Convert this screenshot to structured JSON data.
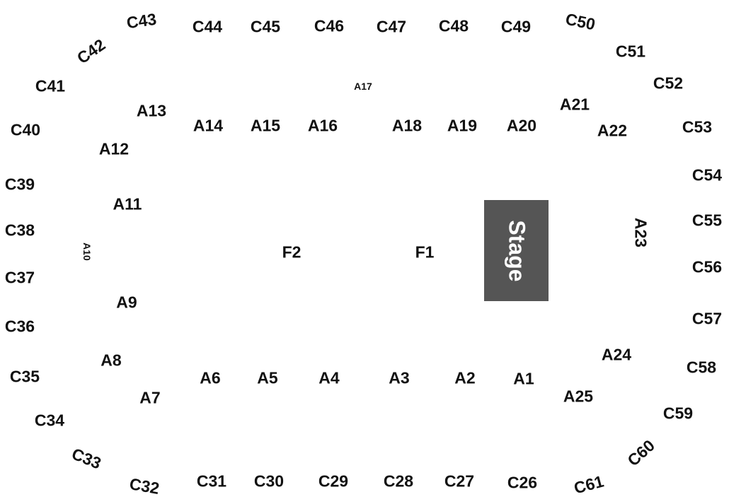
{
  "colors": {
    "text": "#111111",
    "stage_fill": "#555555",
    "stage_text": "#ffffff",
    "background": "#ffffff"
  },
  "stage": {
    "label": "Stage"
  },
  "sections": {
    "C": [
      "C26",
      "C27",
      "C28",
      "C29",
      "C30",
      "C31",
      "C32",
      "C33",
      "C34",
      "C35",
      "C36",
      "C37",
      "C38",
      "C39",
      "C40",
      "C41",
      "C42",
      "C43",
      "C44",
      "C45",
      "C46",
      "C47",
      "C48",
      "C49",
      "C50",
      "C51",
      "C52",
      "C53",
      "C54",
      "C55",
      "C56",
      "C57",
      "C58",
      "C59",
      "C60",
      "C61"
    ],
    "A": [
      "A1",
      "A2",
      "A3",
      "A4",
      "A5",
      "A6",
      "A7",
      "A8",
      "A9",
      "A10",
      "A11",
      "A12",
      "A13",
      "A14",
      "A15",
      "A16",
      "A17",
      "A18",
      "A19",
      "A20",
      "A21",
      "A22",
      "A23",
      "A24",
      "A25"
    ],
    "F": [
      "F1",
      "F2"
    ]
  }
}
